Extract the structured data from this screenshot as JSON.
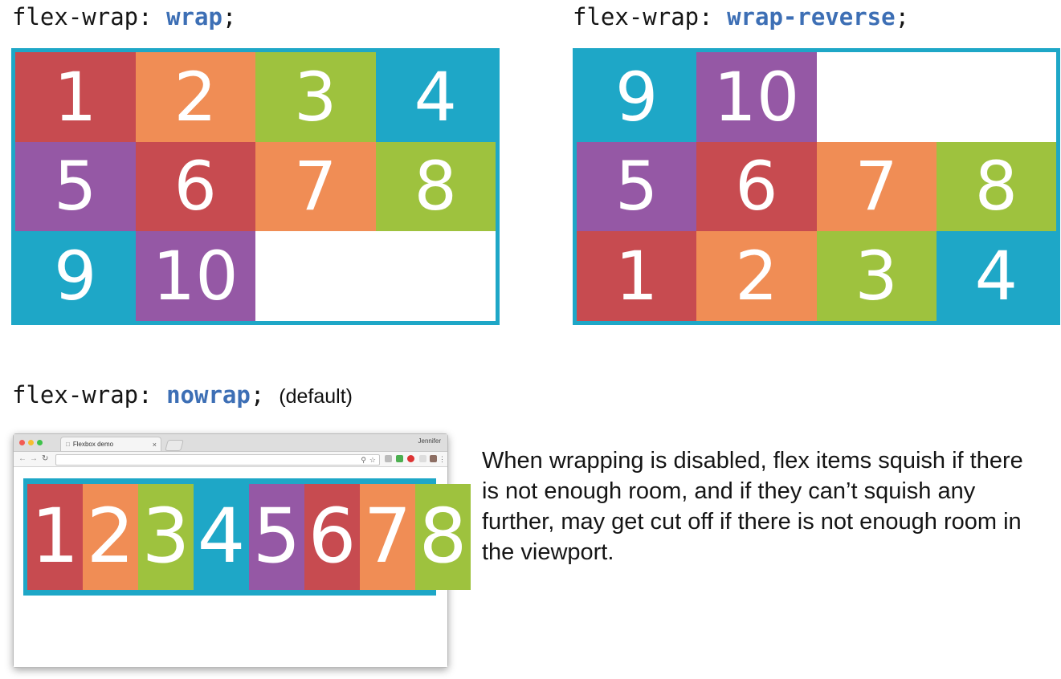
{
  "wrap_demo": {
    "label_prop": "flex-wrap: ",
    "label_value": "wrap",
    "label_semi": ";",
    "cells": [
      {
        "n": "1",
        "color": "red"
      },
      {
        "n": "2",
        "color": "orange"
      },
      {
        "n": "3",
        "color": "green"
      },
      {
        "n": "4",
        "color": "blue"
      },
      {
        "n": "5",
        "color": "purple"
      },
      {
        "n": "6",
        "color": "red"
      },
      {
        "n": "7",
        "color": "orange"
      },
      {
        "n": "8",
        "color": "green"
      },
      {
        "n": "9",
        "color": "blue"
      },
      {
        "n": "10",
        "color": "purple"
      }
    ]
  },
  "wrap_reverse_demo": {
    "label_prop": "flex-wrap: ",
    "label_value": "wrap-reverse",
    "label_semi": ";",
    "rows": [
      [
        {
          "n": "9",
          "color": "blue"
        },
        {
          "n": "10",
          "color": "purple"
        }
      ],
      [
        {
          "n": "5",
          "color": "purple"
        },
        {
          "n": "6",
          "color": "red"
        },
        {
          "n": "7",
          "color": "orange"
        },
        {
          "n": "8",
          "color": "green"
        }
      ],
      [
        {
          "n": "1",
          "color": "red"
        },
        {
          "n": "2",
          "color": "orange"
        },
        {
          "n": "3",
          "color": "green"
        },
        {
          "n": "4",
          "color": "blue"
        }
      ]
    ]
  },
  "nowrap_demo": {
    "label_prop": "flex-wrap: ",
    "label_value": "nowrap",
    "label_semi": ";",
    "label_note": "(default)",
    "browser": {
      "tab_title": "Flexbox demo",
      "tab_close": "×",
      "user_name": "Jennifer"
    },
    "cells": [
      {
        "n": "1",
        "color": "red"
      },
      {
        "n": "2",
        "color": "orange"
      },
      {
        "n": "3",
        "color": "green"
      },
      {
        "n": "4",
        "color": "blue"
      },
      {
        "n": "5",
        "color": "purple"
      },
      {
        "n": "6",
        "color": "red"
      },
      {
        "n": "7",
        "color": "orange"
      },
      {
        "n": "8",
        "color": "green"
      }
    ]
  },
  "description": "When wrapping is disabled, flex items squish if there is not enough room, and if they can’t squish any further, may get cut off if there is not enough room in the viewport.",
  "colors": {
    "red": "#c74b50",
    "orange": "#f08d55",
    "green": "#9ec23e",
    "blue": "#1ea7c7",
    "purple": "#9558a5",
    "code_value": "#3d6fb5"
  }
}
